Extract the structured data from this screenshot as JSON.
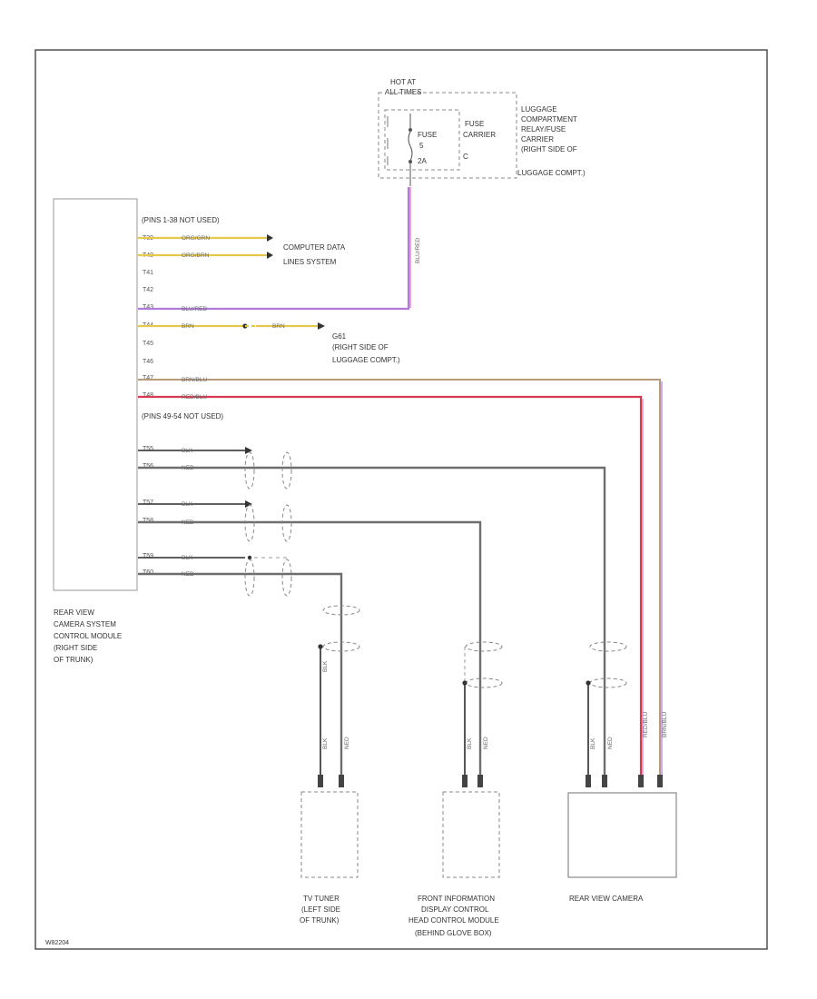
{
  "colors": {
    "yellow_wire": "#e6c84a",
    "violet_wire": "#b07ad8",
    "pink_wire": "#e0609a",
    "brown_wire": "#b89a7a",
    "red_wire": "#d83a52",
    "black_wire": "#2c2c2c",
    "gray_wire": "#6e6e6e",
    "frame": "#444444"
  },
  "fuse_block": {
    "hot_at_label": "HOT AT",
    "hot_at_when": "ALL TIMES",
    "fuse_label": "FUSE",
    "fuse_num": "5",
    "fuse_amp": "2A",
    "carrier_label_1": "FUSE",
    "carrier_label_2": "CARRIER",
    "carrier_num": "C",
    "relay_carrier_lines": [
      "LUGGAGE",
      "COMPARTMENT",
      "RELAY/FUSE",
      "CARRIER",
      "(RIGHT SIDE OF",
      "LUGGAGE COMPT.)"
    ],
    "output_wire": "BLU/RED"
  },
  "module": {
    "name_lines": [
      "REAR VIEW",
      "CAMERA SYSTEM",
      "CONTROL MODULE",
      "(RIGHT SIDE",
      "OF TRUNK)"
    ],
    "pins_unused_top": "(PINS 1-38 NOT USED)",
    "pins_unused_mid": "(PINS 49-54 NOT USED)",
    "pins": [
      {
        "pin": "T39",
        "wire": "ORG/GRN"
      },
      {
        "pin": "T40",
        "wire": "ORG/BRN"
      },
      {
        "pin": "T41",
        "wire": ""
      },
      {
        "pin": "T42",
        "wire": ""
      },
      {
        "pin": "T43",
        "wire": "BLU/RED"
      },
      {
        "pin": "T44",
        "wire": "BRN"
      },
      {
        "pin": "T45",
        "wire": ""
      },
      {
        "pin": "T46",
        "wire": ""
      },
      {
        "pin": "T47",
        "wire": "BRN/BLU"
      },
      {
        "pin": "T48",
        "wire": "RED/BLU"
      },
      {
        "pin": "T55",
        "wire": "BLK"
      },
      {
        "pin": "T56",
        "wire": "NED"
      },
      {
        "pin": "T57",
        "wire": "BLK"
      },
      {
        "pin": "T58",
        "wire": "NED"
      },
      {
        "pin": "T59",
        "wire": "BLK"
      },
      {
        "pin": "T60",
        "wire": "NED"
      }
    ]
  },
  "computer_data_lines": [
    "COMPUTER DATA",
    "LINES SYSTEM"
  ],
  "ground": {
    "wire": "BRN",
    "name": "G61",
    "location_1": "(RIGHT SIDE OF",
    "location_2": "LUGGAGE COMPT.)"
  },
  "components": {
    "tv_tuner": [
      "TV TUNER",
      "(LEFT SIDE",
      "OF TRUNK)"
    ],
    "display_module": [
      "FRONT INFORMATION",
      "DISPLAY CONTROL",
      "HEAD CONTROL MODULE",
      "(BEHIND GLOVE BOX)"
    ],
    "camera": [
      "REAR VIEW CAMERA"
    ]
  },
  "branch_wires": {
    "tv_tuner_a": "BLK",
    "tv_tuner_b": "NED",
    "display_a": "BLK",
    "display_b": "NED",
    "camera_a": "BLK",
    "camera_b": "NED",
    "camera_c": "RED/BLU",
    "camera_d": "BRN/BLU"
  },
  "diagram_id": "W82204"
}
